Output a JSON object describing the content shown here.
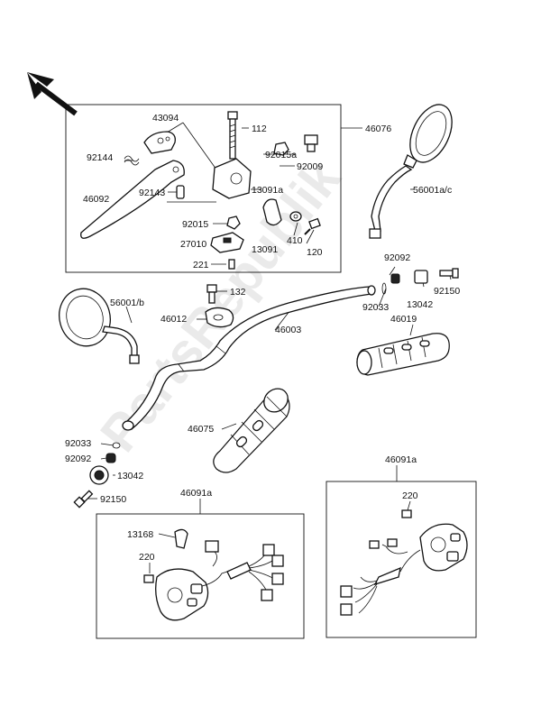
{
  "watermark": "PartsRepublik",
  "labels": [
    {
      "id": "p43094",
      "text": "43094"
    },
    {
      "id": "p112",
      "text": "112"
    },
    {
      "id": "p46076",
      "text": "46076"
    },
    {
      "id": "p92144",
      "text": "92144"
    },
    {
      "id": "p92015a",
      "text": "92015a"
    },
    {
      "id": "p92009",
      "text": "92009"
    },
    {
      "id": "p92143",
      "text": "92143"
    },
    {
      "id": "p13091a",
      "text": "13091a"
    },
    {
      "id": "p46092",
      "text": "46092"
    },
    {
      "id": "p92015",
      "text": "92015"
    },
    {
      "id": "p410",
      "text": "410"
    },
    {
      "id": "p27010",
      "text": "27010"
    },
    {
      "id": "p13091",
      "text": "13091"
    },
    {
      "id": "p120",
      "text": "120"
    },
    {
      "id": "p221",
      "text": "221"
    },
    {
      "id": "p56001ac",
      "text": "56001a/c"
    },
    {
      "id": "p92092r",
      "text": "92092"
    },
    {
      "id": "p92150r",
      "text": "92150"
    },
    {
      "id": "p92033r",
      "text": "92033"
    },
    {
      "id": "p13042r",
      "text": "13042"
    },
    {
      "id": "p46019",
      "text": "46019"
    },
    {
      "id": "p132",
      "text": "132"
    },
    {
      "id": "p56001b",
      "text": "56001/b"
    },
    {
      "id": "p46012",
      "text": "46012"
    },
    {
      "id": "p46003",
      "text": "46003"
    },
    {
      "id": "p46075",
      "text": "46075"
    },
    {
      "id": "p92033l",
      "text": "92033"
    },
    {
      "id": "p92092l",
      "text": "92092"
    },
    {
      "id": "p13042l",
      "text": "13042"
    },
    {
      "id": "p92150l",
      "text": "92150"
    },
    {
      "id": "p46091a_l",
      "text": "46091a"
    },
    {
      "id": "p13168",
      "text": "13168"
    },
    {
      "id": "p220l",
      "text": "220"
    },
    {
      "id": "p46091a_r",
      "text": "46091a"
    },
    {
      "id": "p220r",
      "text": "220"
    }
  ]
}
